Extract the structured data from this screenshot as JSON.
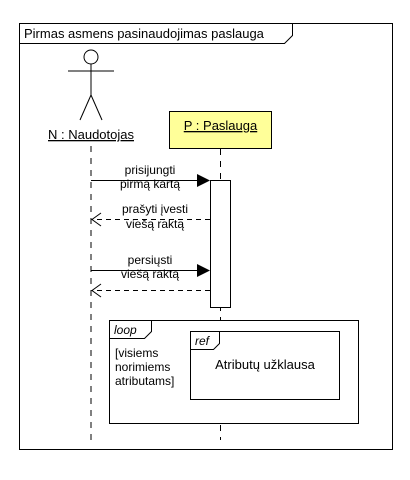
{
  "frame": {
    "title": "Pirmas asmens pasinaudojimas paslauga"
  },
  "actor": {
    "label": "N : Naudotojas"
  },
  "service": {
    "label": "P : Paslauga",
    "fill_color": "#ffff99"
  },
  "messages": [
    {
      "line1": "prisijungti",
      "line2": "pirmą kartą",
      "kind": "sync"
    },
    {
      "line1": "prašyti įvesti",
      "line2": "viešą raktą",
      "kind": "return"
    },
    {
      "line1": "persiųsti",
      "line2": "viešą raktą",
      "kind": "sync"
    },
    {
      "line1": "",
      "line2": "",
      "kind": "return"
    }
  ],
  "loop": {
    "operator": "loop",
    "guard_lines": [
      "[visiems",
      "norimiems",
      "atributams]"
    ]
  },
  "ref": {
    "operator": "ref",
    "label": "Atributų užklausa"
  }
}
